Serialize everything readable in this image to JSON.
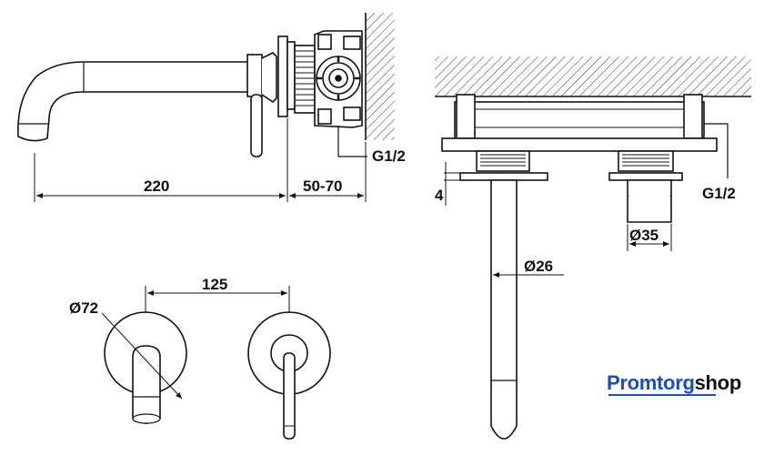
{
  "dimensions": {
    "spout_length": "220",
    "wall_depth": "50-70",
    "thread_left": "G1/2",
    "thread_right": "G1/2",
    "plate_thickness": "4",
    "spout_diameter": "Ø26",
    "cartridge_diameter": "Ø35",
    "rosette_diameter": "Ø72",
    "center_distance": "125"
  },
  "brand": {
    "part1": "Promtorg",
    "part2": "shop",
    "color": "#1a4fb5"
  }
}
